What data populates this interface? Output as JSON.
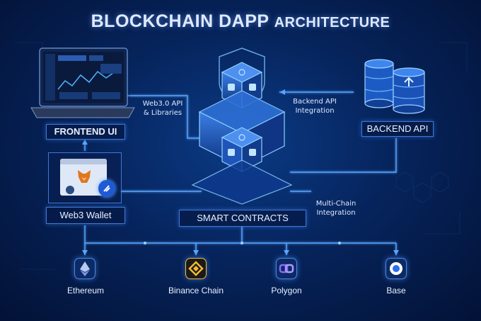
{
  "title": {
    "main": "BLOCKCHAIN DAPP",
    "secondary": "ARCHITECTURE"
  },
  "nodes": {
    "frontend": "FRONTEND UI",
    "wallet": "Web3 Wallet",
    "contracts": "SMART CONTRACTS",
    "backend": "BACKEND API"
  },
  "annotations": {
    "web3_api": [
      "Web3.0 API",
      "& Libraries"
    ],
    "backend_integration": [
      "Backend API",
      "Integration"
    ],
    "multichain": [
      "Multi-Chain",
      "Integration"
    ]
  },
  "chains": [
    {
      "label": "Ethereum",
      "icon": "ethereum-icon"
    },
    {
      "label": "Binance Chain",
      "icon": "binance-icon"
    },
    {
      "label": "Polygon",
      "icon": "polygon-icon"
    },
    {
      "label": "Base",
      "icon": "base-icon"
    }
  ],
  "colors": {
    "background": "#06245c",
    "accent": "#4d9bff",
    "glow": "#7fc4ff",
    "wallet_fox": "#e2761b",
    "binance": "#f3ba2f"
  }
}
